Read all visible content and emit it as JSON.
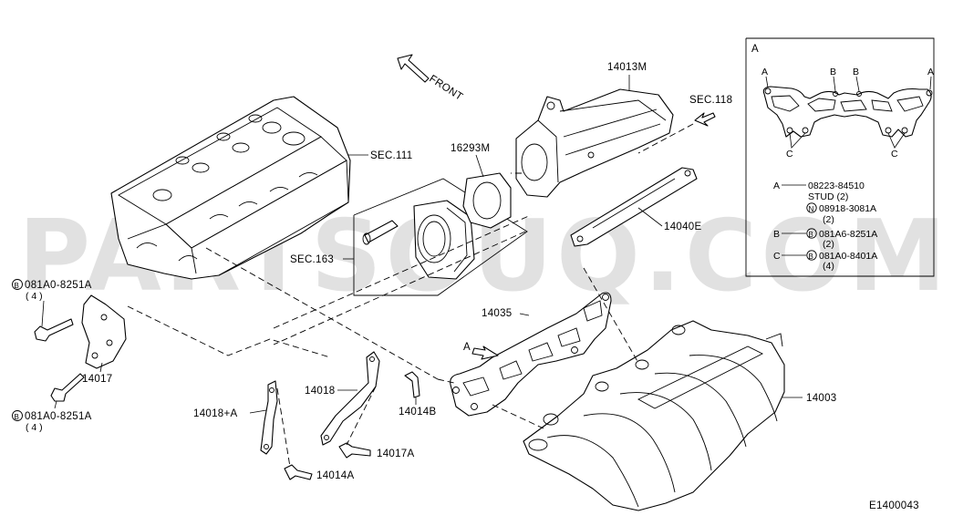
{
  "diagram": {
    "code": "E1400043",
    "front_label": "FRONT",
    "watermark": "PARTSOUQ.COM",
    "labels": {
      "p14013M": "14013M",
      "sec118": "SEC.118",
      "sec111": "SEC.111",
      "p16293M": "16293M",
      "p14040E": "14040E",
      "sec163": "SEC.163",
      "p14035": "14035",
      "arrowA": "A",
      "p14003": "14003",
      "p14017": "14017",
      "p14018": "14018",
      "p14018A": "14018+A",
      "p14014B": "14014B",
      "p14017A": "14017A",
      "p14014A": "14014A",
      "bolt_top": "081A0-8251A",
      "bolt_top_qty": "( 4 )",
      "bolt_bottom": "081A0-8251A",
      "bolt_bottom_qty": "( 4 )",
      "circle_b": "B"
    },
    "detail": {
      "title": "A",
      "marker_a": "A",
      "marker_b": "B",
      "marker_c": "C",
      "legend": [
        {
          "key": "A",
          "mark": "",
          "part": "08223-84510",
          "note": "STUD (2)"
        },
        {
          "key": "",
          "mark": "N",
          "part": "08918-3081A",
          "note": "(2)"
        },
        {
          "key": "B",
          "mark": "B",
          "part": "081A6-8251A",
          "note": "(2)"
        },
        {
          "key": "C",
          "mark": "B",
          "part": "081A0-8401A",
          "note": "(4)"
        }
      ]
    }
  }
}
